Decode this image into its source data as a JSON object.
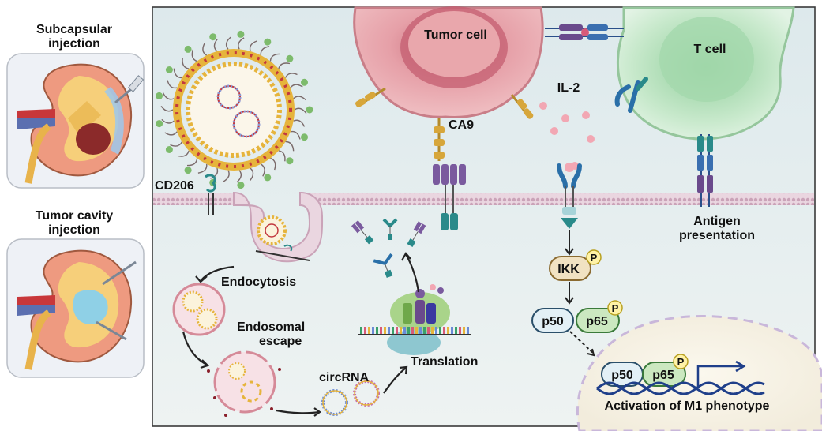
{
  "left_panel": {
    "subcapsular_label_1": "Subcapsular",
    "subcapsular_label_2": "injection",
    "cavity_label_1": "Tumor cavity",
    "cavity_label_2": "injection"
  },
  "main": {
    "tumor_cell": "Tumor cell",
    "t_cell": "T cell",
    "il2": "IL-2",
    "ca9": "CA9",
    "cd206": "CD206",
    "antigen_1": "Antigen",
    "antigen_2": "presentation",
    "endocytosis": "Endocytosis",
    "endosomal_1": "Endosomal",
    "endosomal_2": "escape",
    "circrna": "circRNA",
    "translation": "Translation",
    "ikk": "IKK",
    "p50": "p50",
    "p65": "p65",
    "phospho": "P",
    "activation": "Activation of M1 phenotype"
  },
  "colors": {
    "membrane": "#d8b8c8",
    "tumor": "#e7a0a8",
    "tcell": "#bfe3c4",
    "lipid_gold": "#e6b43c",
    "receptor_purple": "#6a4a8c",
    "receptor_teal": "#2a8a8a"
  }
}
